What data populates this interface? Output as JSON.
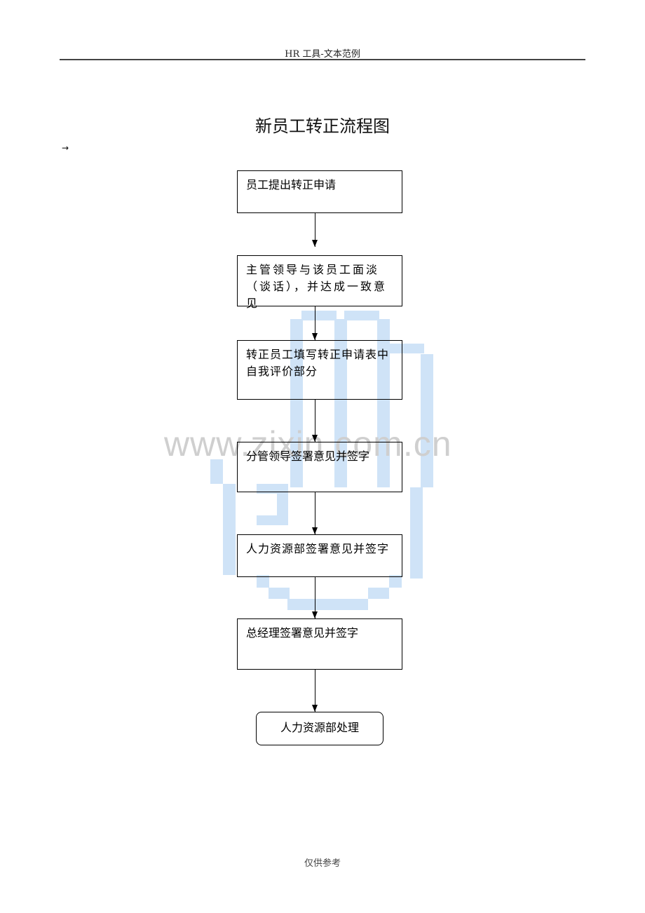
{
  "header": {
    "text": "HR 工具-文本范例"
  },
  "title": "新员工转正流程图",
  "paragraph_mark": "→",
  "watermark": {
    "text": "www.zixin.com.cn",
    "color": "#cfe3f7"
  },
  "flowchart": {
    "steps": [
      {
        "label": "员工提出转正申请"
      },
      {
        "label": "主管领导与该员工面淡（谈话），并达成一致意见"
      },
      {
        "label": "转正员工填写转正申请表中自我评价部分"
      },
      {
        "label": "分管领导签署意见并签字"
      },
      {
        "label": "人力资源部签署意见并签字"
      },
      {
        "label": "总经理签署意见并签字"
      }
    ],
    "terminal": {
      "label": "人力资源部处理"
    }
  },
  "footer": {
    "text": "仅供参考"
  }
}
